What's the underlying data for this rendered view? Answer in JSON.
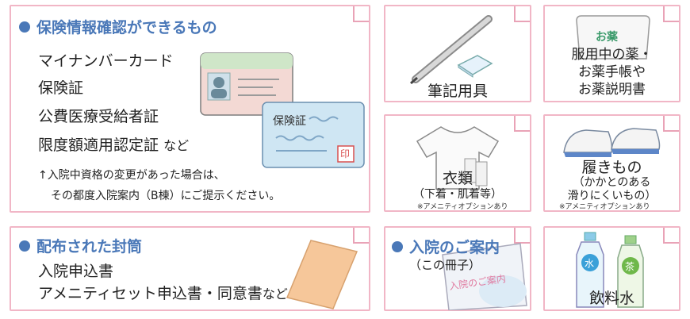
{
  "insurance": {
    "title": "保険情報確認ができるもの",
    "items": [
      "マイナンバーカード",
      "保険証",
      "公費医療受給者証",
      "限度額適用認定証"
    ],
    "items_suffix": "など",
    "note_line1": "↑入院中資格の変更があった場合は、",
    "note_line2": "その都度入院案内（B棟）にご提示ください。",
    "card_label": "保険証",
    "stamp_label": "印"
  },
  "envelope": {
    "title": "配布された封筒",
    "items": [
      "入院申込書",
      "アメニティセット申込書・同意書"
    ],
    "items_suffix": "など"
  },
  "stationery": {
    "label": "筆記用具"
  },
  "medicine": {
    "bag_label": "お薬",
    "lines": [
      "服用中の薬・",
      "お薬手帳や",
      "お薬説明書"
    ]
  },
  "clothing": {
    "label": "衣類",
    "sub": "（下着・肌着等）",
    "note": "※アメニティオプションあり"
  },
  "shoes": {
    "label": "履きもの",
    "sub1": "（かかとのある",
    "sub2": "滑りにくいもの）",
    "note": "※アメニティオプションあり"
  },
  "guide": {
    "title": "入院のご案内",
    "sub": "（この冊子）",
    "booklet_label": "入院のご案内"
  },
  "drinks": {
    "label": "飲料水",
    "bottle1": "水",
    "bottle2": "茶"
  }
}
